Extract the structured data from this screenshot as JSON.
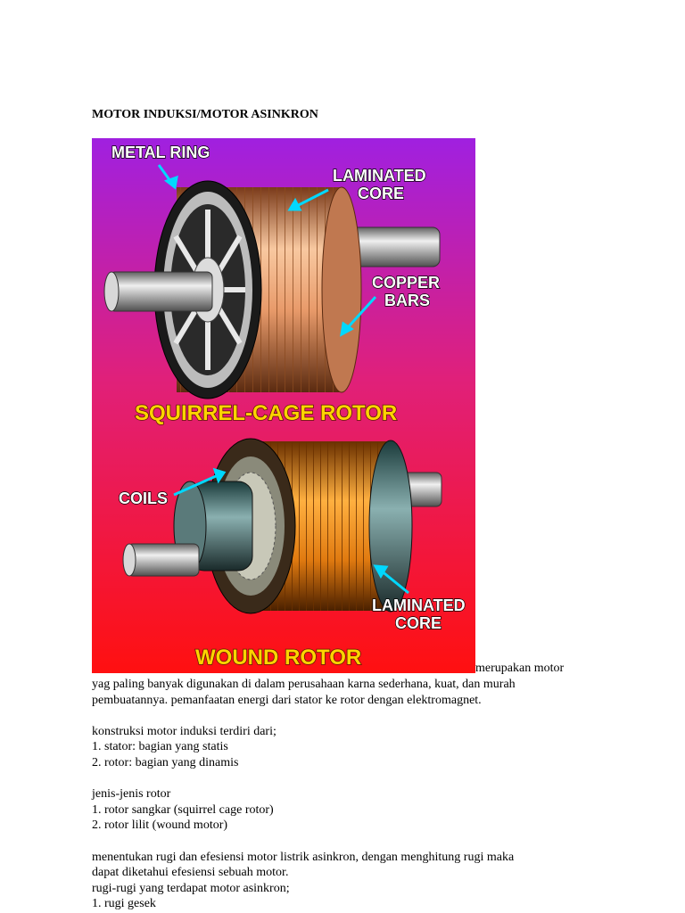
{
  "heading": "MOTOR INDUKSI/MOTOR ASINKRON",
  "figure": {
    "labels": {
      "metal_ring": "METAL RING",
      "laminated_core_1a": "LAMINATED",
      "laminated_core_1b": "CORE",
      "copper_bars_a": "COPPER",
      "copper_bars_b": "BARS",
      "squirrel_title": "SQUIRREL-CAGE ROTOR",
      "coils": "COILS",
      "laminated_core_2a": "LAMINATED",
      "laminated_core_2b": "CORE",
      "wound_title": "WOUND ROTOR"
    },
    "colors": {
      "gradient_top": "#a020e0",
      "gradient_mid": "#e0207a",
      "gradient_bottom": "#ff1010",
      "title_yellow": "#ffd400",
      "arrow_cyan": "#00d8ff"
    }
  },
  "text": {
    "trailing": "merupakan motor",
    "lines": [
      "yag paling banyak digunakan di dalam perusahaan karna  sederhana, kuat, dan murah",
      "pembuatannya. pemanfaatan energi dari stator ke rotor dengan elektromagnet.",
      "",
      "konstruksi motor induksi terdiri dari;",
      "1. stator: bagian yang statis",
      "2. rotor: bagian yang dinamis",
      "",
      "jenis-jenis rotor",
      "1. rotor sangkar (squirrel cage rotor)",
      "2. rotor lilit (wound motor)",
      "",
      "menentukan rugi dan efesiensi motor listrik asinkron, dengan menghitung rugi maka",
      "dapat diketahui efesiensi sebuah motor.",
      "rugi-rugi yang terdapat motor asinkron;",
      "1. rugi gesek"
    ]
  }
}
